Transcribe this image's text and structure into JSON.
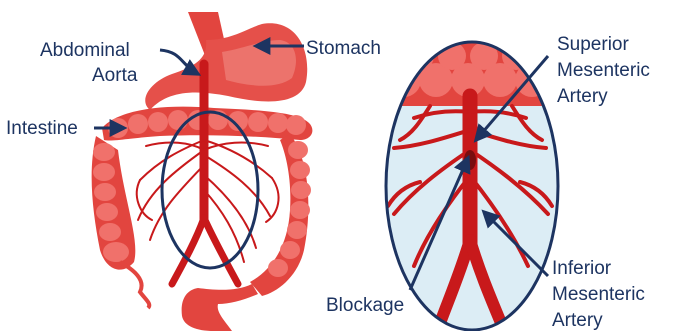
{
  "labels": {
    "abdominal_aorta_line1": "Abdominal",
    "abdominal_aorta_line2": "Aorta",
    "stomach": "Stomach",
    "intestine": "Intestine",
    "sma_line1": "Superior",
    "sma_line2": "Mesenteric",
    "sma_line3": "Artery",
    "blockage": "Blockage",
    "ima_line1": "Inferior",
    "ima_line2": "Mesenteric",
    "ima_line3": "Artery"
  },
  "colors": {
    "label_text": "#1d3461",
    "arrow": "#1d3461",
    "organ_red": "#e2453f",
    "organ_light": "#f3a09a",
    "artery": "#c8191b",
    "zoom_background": "#dcedf5",
    "outline": "#1d3461"
  }
}
